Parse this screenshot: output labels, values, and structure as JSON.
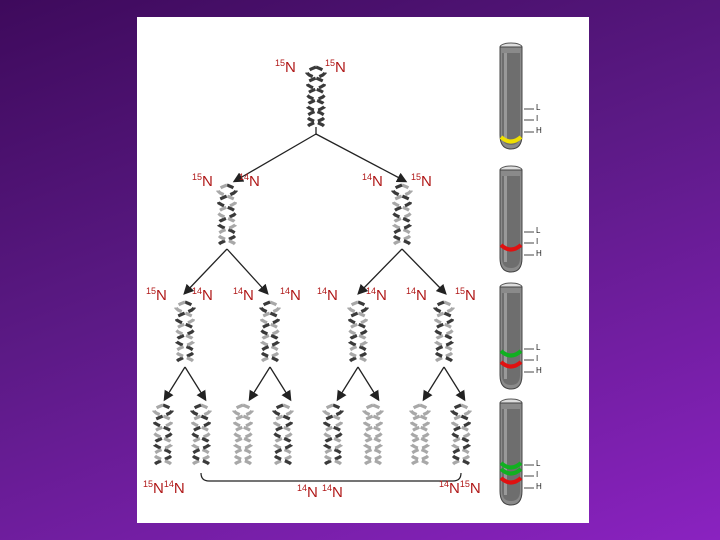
{
  "labels": {
    "gen0_left": {
      "mass": "15",
      "sym": "N"
    },
    "gen0_right": {
      "mass": "15",
      "sym": "N"
    },
    "gen1_a_left": {
      "mass": "15",
      "sym": "N"
    },
    "gen1_a_right": {
      "mass": "14",
      "sym": "N"
    },
    "gen1_b_left": {
      "mass": "14",
      "sym": "N"
    },
    "gen1_b_right": {
      "mass": "15",
      "sym": "N"
    },
    "gen2_1_left": {
      "mass": "15",
      "sym": "N"
    },
    "gen2_1_right": {
      "mass": "14",
      "sym": "N"
    },
    "gen2_2_left": {
      "mass": "14",
      "sym": "N"
    },
    "gen2_2_right": {
      "mass": "14",
      "sym": "N"
    },
    "gen2_3_left": {
      "mass": "14",
      "sym": "N"
    },
    "gen2_3_right": {
      "mass": "14",
      "sym": "N"
    },
    "gen2_4_left": {
      "mass": "14",
      "sym": "N"
    },
    "gen2_4_right": {
      "mass": "15",
      "sym": "N"
    },
    "bottom_left_a": {
      "mass": "15",
      "sym": "N"
    },
    "bottom_left_b": {
      "mass": "14",
      "sym": "N"
    },
    "bottom_mid_a": {
      "mass": "14",
      "sym": "N"
    },
    "bottom_mid_b": {
      "mass": "14",
      "sym": "N"
    },
    "bottom_right_a": {
      "mass": "14",
      "sym": "N"
    },
    "bottom_right_b": {
      "mass": "15",
      "sym": "N"
    }
  },
  "tube_markers": {
    "light": "L",
    "intermediate": "I",
    "heavy": "H"
  },
  "band_colors": {
    "heavy": "#f0e000",
    "intermediate": "#e01010",
    "light": "#10b020"
  }
}
